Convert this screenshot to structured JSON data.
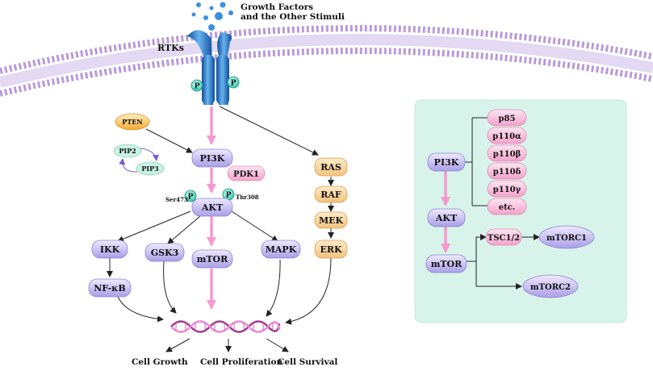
{
  "stimulus_label": [
    "Growth Factors",
    "and the Other Stimuli"
  ],
  "receptor_label": "RTKs",
  "phospho": "P",
  "pten": "PTEN",
  "pip2": "PIP2",
  "pip3": "PIP3",
  "pi3k": "PI3K",
  "pdk1": "PDK1",
  "ser473": "Ser473",
  "thr308": "Thr308",
  "akt": "AKT",
  "ikk": "IKK",
  "gsk3": "GSK3",
  "mtor": "mTOR",
  "mapk": "MAPK",
  "nfkb": "NF-κB",
  "ras": "RAS",
  "raf": "RAF",
  "mek": "MEK",
  "erk": "ERK",
  "outcomes": [
    "Cell Growth",
    "Cell Proliferation",
    "Cell Survival"
  ],
  "inset": {
    "pi3k": "PI3K",
    "akt": "AKT",
    "mtor": "mTOR",
    "subunits": [
      "p85",
      "p110α",
      "p110β",
      "p110δ",
      "p110γ",
      "etc."
    ],
    "tsc": "TSC1/2",
    "mtorc1": "mTORC1",
    "mtorc2": "mTORC2"
  },
  "colors": {
    "membrane": "#b89bd8",
    "purple_node": "#c9c1ee",
    "pink_node": "#f4b8d6",
    "orange_node": "#f8d7a3",
    "pink_arrow": "#f59ad0",
    "inset_bg": "#d8f4ea",
    "receptor": "#1e6fbf",
    "phospho": "#45d6bb"
  }
}
